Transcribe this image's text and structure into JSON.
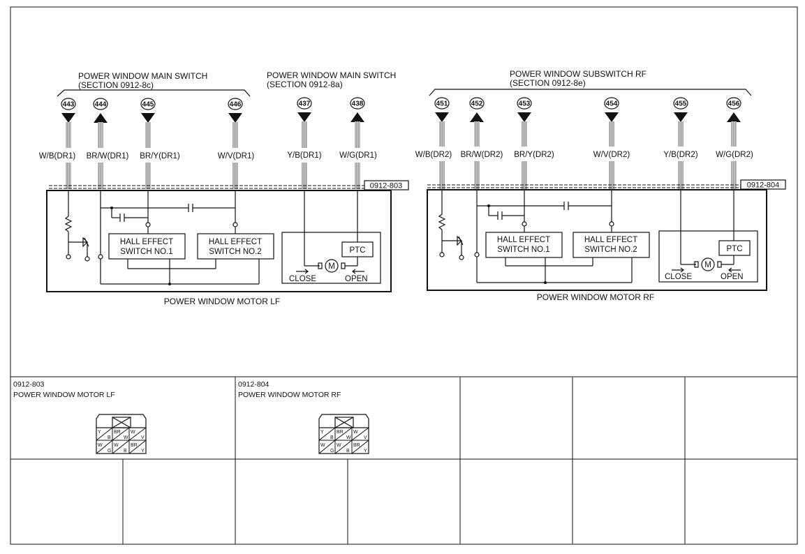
{
  "left": {
    "head_main": "POWER WINDOW MAIN SWITCH",
    "head_main_sub": "(SECTION 0912-8c)",
    "head_main2": "POWER WINDOW MAIN SWITCH",
    "head_main2_sub": "(SECTION 0912-8a)",
    "connector_tag": "0912-803",
    "wires": [
      {
        "circuit": "443",
        "label": "W/B(DR1)",
        "dir": "down"
      },
      {
        "circuit": "444",
        "label": "BR/W(DR1)",
        "dir": "up"
      },
      {
        "circuit": "445",
        "label": "BR/Y(DR1)",
        "dir": "down"
      },
      {
        "circuit": "446",
        "label": "W/V(DR1)",
        "dir": "down"
      },
      {
        "circuit": "437",
        "label": "Y/B(DR1)",
        "dir": "down"
      },
      {
        "circuit": "438",
        "label": "W/G(DR1)",
        "dir": "up"
      }
    ],
    "hall1_line1": "HALL EFFECT",
    "hall1_line2": "SWITCH NO.1",
    "hall2_line1": "HALL EFFECT",
    "hall2_line2": "SWITCH NO.2",
    "ptc": "PTC",
    "motor": "M",
    "close": "CLOSE",
    "open": "OPEN",
    "component": "POWER WINDOW MOTOR LF"
  },
  "right": {
    "head": "POWER WINDOW SUBSWITCH RF",
    "head_sub": "(SECTION 0912-8e)",
    "connector_tag": "0912-804",
    "wires": [
      {
        "circuit": "451",
        "label": "W/B(DR2)",
        "dir": "down"
      },
      {
        "circuit": "452",
        "label": "BR/W(DR2)",
        "dir": "up"
      },
      {
        "circuit": "453",
        "label": "BR/Y(DR2)",
        "dir": "down"
      },
      {
        "circuit": "454",
        "label": "W/V(DR2)",
        "dir": "down"
      },
      {
        "circuit": "455",
        "label": "Y/B(DR2)",
        "dir": "down"
      },
      {
        "circuit": "456",
        "label": "W/G(DR2)",
        "dir": "up"
      }
    ],
    "hall1_line1": "HALL EFFECT",
    "hall1_line2": "SWITCH NO.1",
    "hall2_line1": "HALL EFFECT",
    "hall2_line2": "SWITCH NO.2",
    "ptc": "PTC",
    "motor": "M",
    "close": "CLOSE",
    "open": "OPEN",
    "component": "POWER WINDOW MOTOR RF"
  },
  "connectors": [
    {
      "code": "0912-803",
      "name": "POWER WINDOW MOTOR LF",
      "pins_top": [
        "Y",
        "B",
        "BR",
        "W",
        "W",
        "V"
      ],
      "pins_bottom": [
        "W",
        "G",
        "W",
        "B",
        "BR",
        "Y"
      ]
    },
    {
      "code": "0912-804",
      "name": "POWER WINDOW MOTOR RF",
      "pins_top": [
        "Y",
        "B",
        "BR",
        "W",
        "W",
        "V"
      ],
      "pins_bottom": [
        "W",
        "G",
        "W",
        "B",
        "BR",
        "Y"
      ]
    }
  ]
}
